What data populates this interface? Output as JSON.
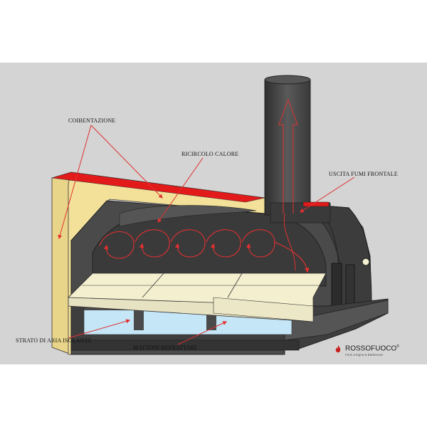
{
  "labels": {
    "coibentazione": "COIBENTAZIONE",
    "ricircolo": "RICIRCOLO  CALORE",
    "uscita": "USCITA FUMI FRONTALE",
    "strato": "STRATO DI ARIA ISOLANTE",
    "mattoni": "MATTONI REFRATTARI"
  },
  "brand": {
    "name": "ROSSOFUOCO",
    "registered": "®",
    "tagline": "Forni a legna & Barbecues"
  },
  "colors": {
    "background_panel": "#d4d4d4",
    "oven_body": "#4a4a4a",
    "oven_dark": "#2f2f2f",
    "insulation": "#f3e19a",
    "insulation_top": "#e21a1a",
    "bricks": "#f4efcf",
    "air_layer": "#c4e6f7",
    "arrows": "#e33030"
  }
}
